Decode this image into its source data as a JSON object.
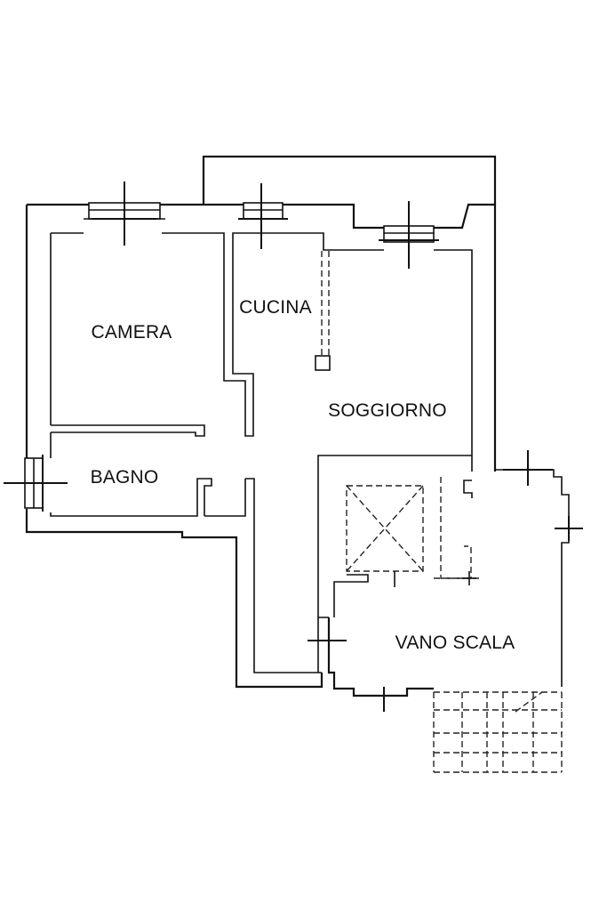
{
  "rooms": {
    "camera": "CAMERA",
    "cucina": "CUCINA",
    "soggiorno": "SOGGIORNO",
    "bagno": "BAGNO",
    "vano_scala": "VANO SCALA"
  }
}
